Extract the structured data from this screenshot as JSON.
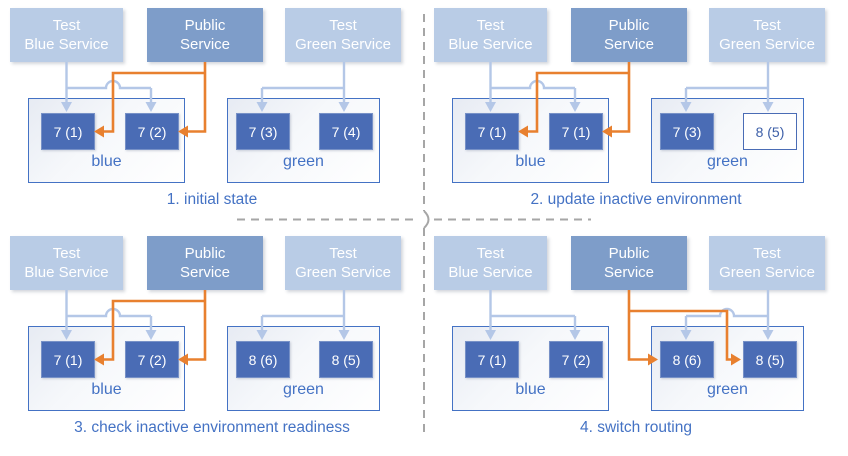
{
  "colors": {
    "test_service_fill": "#b9cce6",
    "public_service_fill": "#7e9dc9",
    "service_text": "#ffffff",
    "pod_fill": "#4a6cb5",
    "pod_text": "#ffffff",
    "pod_outline_text": "#3d5fa8",
    "env_border": "#4472c4",
    "env_label": "#4472c4",
    "caption": "#4472c4",
    "flow_public": "#e8802f",
    "flow_test": "#b4c7e7",
    "divider": "#a6a6a6"
  },
  "panels": [
    {
      "caption": "1. initial state",
      "public_route": "blue",
      "services": [
        {
          "lines": [
            "Test",
            "Blue Service"
          ]
        },
        {
          "lines": [
            "Public",
            "Service"
          ]
        },
        {
          "lines": [
            "Test",
            "Green Service"
          ]
        }
      ],
      "environments": [
        {
          "label": "blue",
          "pods": [
            {
              "label": "7 (1)",
              "variant": "filled"
            },
            {
              "label": "7 (2)",
              "variant": "filled"
            }
          ]
        },
        {
          "label": "green",
          "pods": [
            {
              "label": "7 (3)",
              "variant": "filled"
            },
            {
              "label": "7 (4)",
              "variant": "filled"
            }
          ]
        }
      ]
    },
    {
      "caption": "2. update inactive environment",
      "public_route": "blue",
      "services": [
        {
          "lines": [
            "Test",
            "Blue Service"
          ]
        },
        {
          "lines": [
            "Public",
            "Service"
          ]
        },
        {
          "lines": [
            "Test",
            "Green Service"
          ]
        }
      ],
      "environments": [
        {
          "label": "blue",
          "pods": [
            {
              "label": "7 (1)",
              "variant": "filled"
            },
            {
              "label": "7 (1)",
              "variant": "filled"
            }
          ]
        },
        {
          "label": "green",
          "pods": [
            {
              "label": "7 (3)",
              "variant": "filled"
            },
            {
              "label": "8 (5)",
              "variant": "outline"
            }
          ]
        }
      ]
    },
    {
      "caption": "3. check inactive environment readiness",
      "public_route": "blue",
      "services": [
        {
          "lines": [
            "Test",
            "Blue Service"
          ]
        },
        {
          "lines": [
            "Public",
            "Service"
          ]
        },
        {
          "lines": [
            "Test",
            "Green Service"
          ]
        }
      ],
      "environments": [
        {
          "label": "blue",
          "pods": [
            {
              "label": "7 (1)",
              "variant": "filled"
            },
            {
              "label": "7 (2)",
              "variant": "filled"
            }
          ]
        },
        {
          "label": "green",
          "pods": [
            {
              "label": "8 (6)",
              "variant": "filled"
            },
            {
              "label": "8 (5)",
              "variant": "filled"
            }
          ]
        }
      ]
    },
    {
      "caption": "4. switch routing",
      "public_route": "green",
      "services": [
        {
          "lines": [
            "Test",
            "Blue Service"
          ]
        },
        {
          "lines": [
            "Public",
            "Service"
          ]
        },
        {
          "lines": [
            "Test",
            "Green Service"
          ]
        }
      ],
      "environments": [
        {
          "label": "blue",
          "pods": [
            {
              "label": "7 (1)",
              "variant": "filled"
            },
            {
              "label": "7 (2)",
              "variant": "filled"
            }
          ]
        },
        {
          "label": "green",
          "pods": [
            {
              "label": "8 (6)",
              "variant": "filled"
            },
            {
              "label": "8 (5)",
              "variant": "filled"
            }
          ]
        }
      ]
    }
  ]
}
